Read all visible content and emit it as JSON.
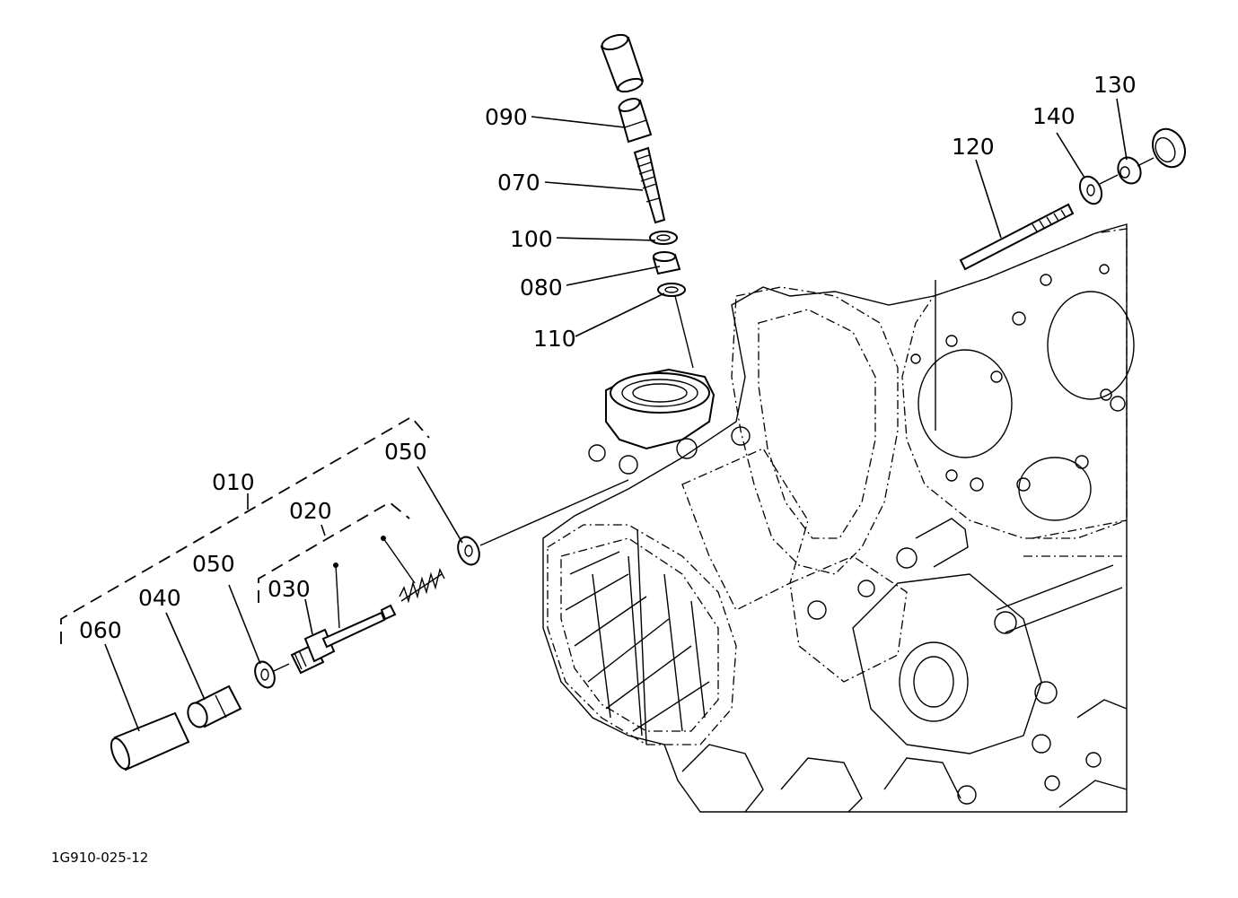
{
  "diagram": {
    "code": "1G910-025-12",
    "callouts": {
      "c010": "010",
      "c020": "020",
      "c030": "030",
      "c040": "040",
      "c050a": "050",
      "c050b": "050",
      "c060": "060",
      "c070": "070",
      "c080": "080",
      "c090": "090",
      "c100": "100",
      "c110": "110",
      "c120": "120",
      "c130": "130",
      "c140": "140"
    }
  }
}
